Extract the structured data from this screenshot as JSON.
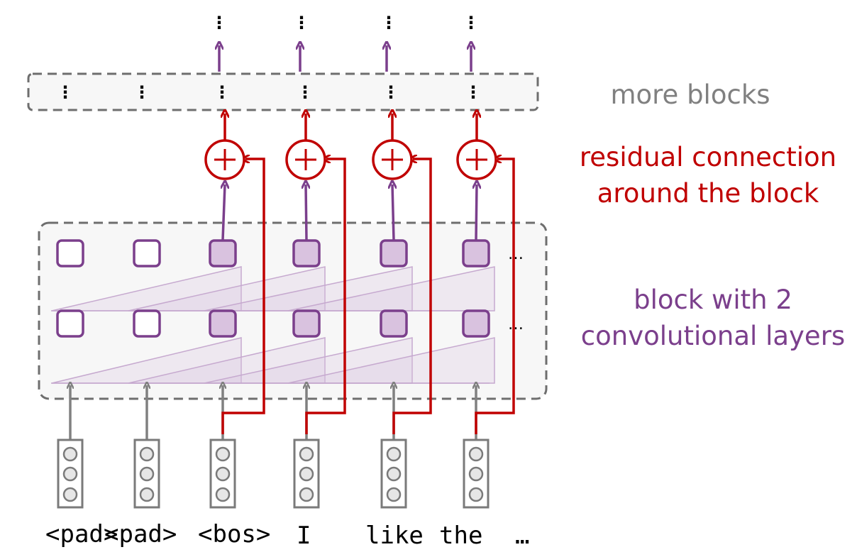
{
  "tokens": [
    "<pad>",
    "<pad>",
    "<bos>",
    "I",
    "like",
    "the",
    "…"
  ],
  "labels": {
    "more_blocks": "more blocks",
    "residual_line1": "residual connection",
    "residual_line2": "around the block",
    "block_line1": "block with 2",
    "block_line2": "convolutional layers"
  },
  "ellipsis": {
    "vertical": "⋮",
    "horizontal": "…"
  },
  "colors": {
    "purple": "#7b3f8c",
    "purple_fill": "#d9c2df",
    "red": "#c00000",
    "gray": "#808080",
    "gray_label": "#808080",
    "box_fill": "#f7f7f7",
    "vector_fill": "#e6e6e6"
  },
  "icons": {
    "plus": "circled-plus-icon",
    "vector": "embedding-vector-icon"
  }
}
